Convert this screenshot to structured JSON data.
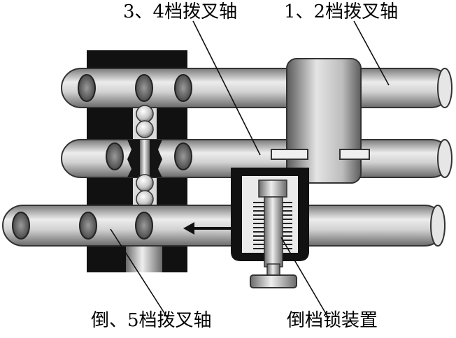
{
  "labels": {
    "shaft_34": "3、4档拨叉轴",
    "shaft_12": "1、2档拨叉轴",
    "shaft_r5": "倒、5档拨叉轴",
    "reverse_lock": "倒档锁装置"
  },
  "colors": {
    "shaft_dark": "#6f6f6f",
    "shaft_light": "#e8e8e8",
    "block": "#111111",
    "background": "#ffffff"
  },
  "icons": {
    "direction": "left-arrow-icon"
  }
}
